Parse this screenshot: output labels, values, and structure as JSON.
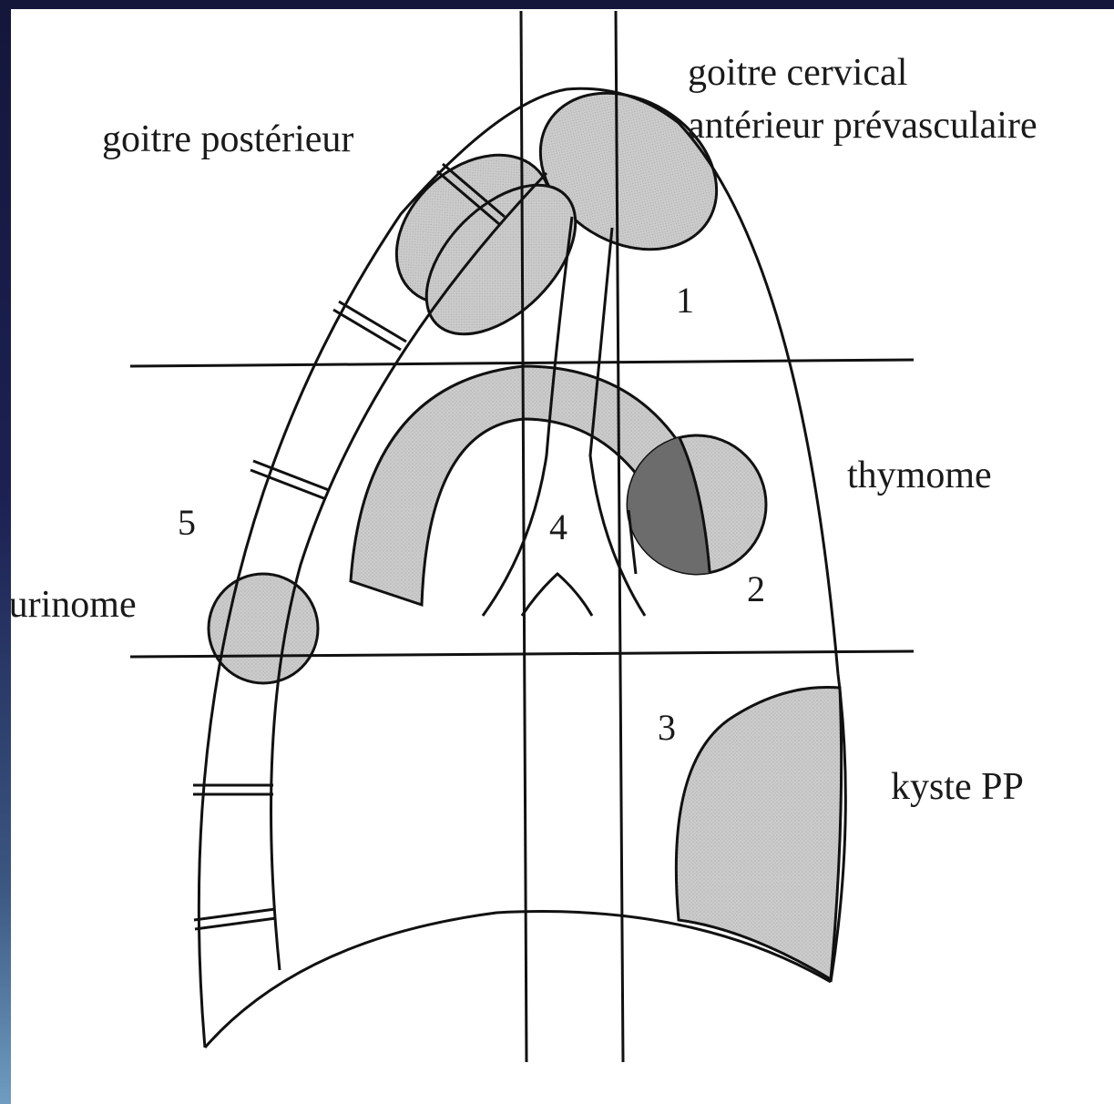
{
  "labels": {
    "goitre_posterieur": "goitre postérieur",
    "goitre_cervical_line1": "goitre cervical",
    "goitre_cervical_line2": "antérieur prévasculaire",
    "thymome": "thymome",
    "neurinome": "neurinome",
    "kyste": "kyste PP"
  },
  "numbers": [
    "1",
    "2",
    "3",
    "4",
    "5"
  ],
  "colors": {
    "line": "#111111",
    "lesion_fill": "#c8c8c8",
    "overlap_fill": "#6e6e6e",
    "background": "#ffffff"
  }
}
